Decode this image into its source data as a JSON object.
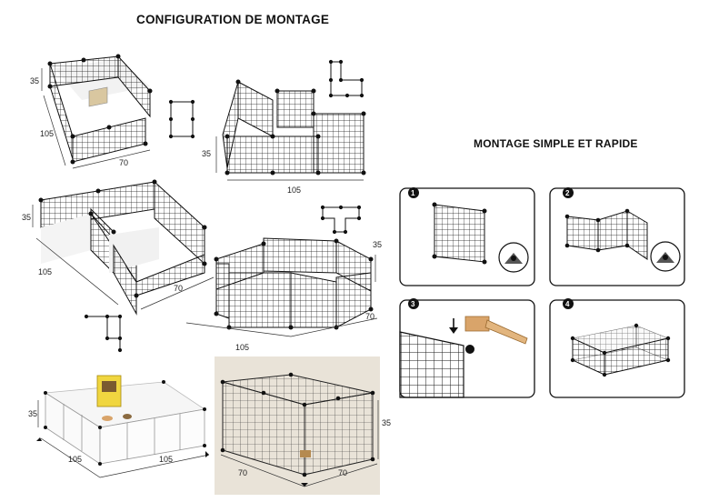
{
  "titles": {
    "left": "CONFIGURATION DE MONTAGE",
    "right": "MONTAGE SIMPLE ET RAPIDE"
  },
  "configs": [
    {
      "depth": "35",
      "length": "105",
      "width": "70"
    },
    {
      "depth": "35",
      "length": "105"
    },
    {
      "depth": "35",
      "length": "105",
      "width": "70"
    },
    {
      "depth": "35",
      "width": "70",
      "length": "105"
    },
    {
      "depth": "35",
      "length": "105",
      "width": "105"
    },
    {
      "depth": "35",
      "width": "70",
      "length": "70"
    }
  ],
  "steps": [
    "1",
    "2",
    "3",
    "4"
  ],
  "colors": {
    "grid": "#1a1a1a",
    "panel": "#f4f4f4",
    "wood": "#d9a46a",
    "photo_bg": "#e9e3d8"
  },
  "icons": [
    "mallet-icon",
    "connector-icon",
    "arrow-down-icon"
  ]
}
